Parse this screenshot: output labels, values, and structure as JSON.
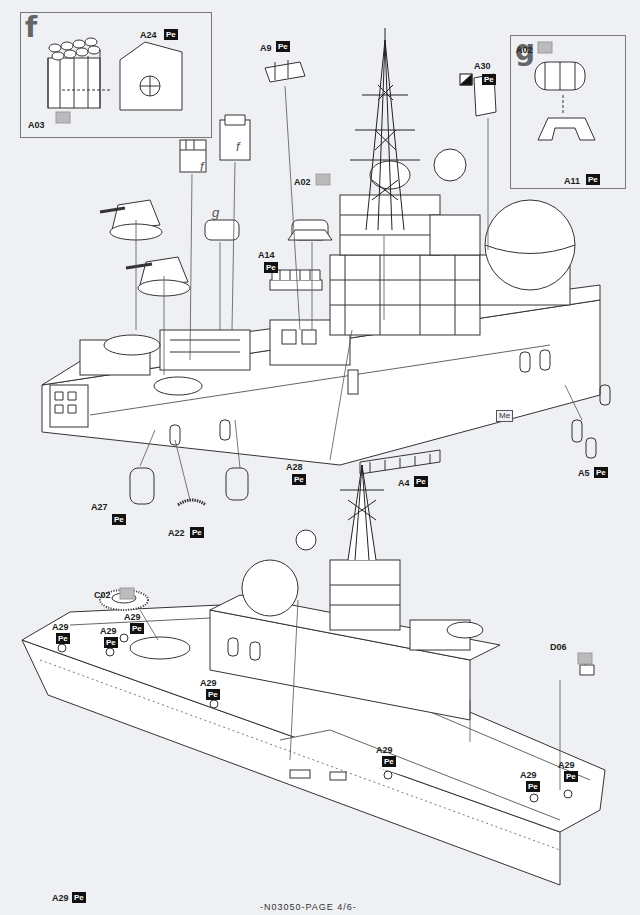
{
  "diagram": {
    "nodes": [
      {
        "text": [
          "f"
        ]
      },
      {
        "text": [
          "g"
        ]
      }
    ],
    "labels": [
      "A24",
      "Pe",
      "A03",
      "A02",
      "A11",
      "Pe",
      "A9",
      "Pe",
      "A30",
      "Pe",
      "A02",
      "A14",
      "Pe",
      "f",
      "f",
      "g",
      "Me",
      "A28",
      "Pe",
      "A27",
      "Pe",
      "A22",
      "Pe",
      "A4",
      "Pe",
      "A5",
      "Pe",
      "C02",
      "A29",
      "Pe",
      "A29",
      "Pe",
      "A29",
      "Pe",
      "A29",
      "Pe",
      "A29",
      "Pe",
      "A29",
      "Pe",
      "A29",
      "Pe",
      "A29",
      "Pe",
      "D06",
      "-N03050-PAGE 4/6-"
    ]
  }
}
